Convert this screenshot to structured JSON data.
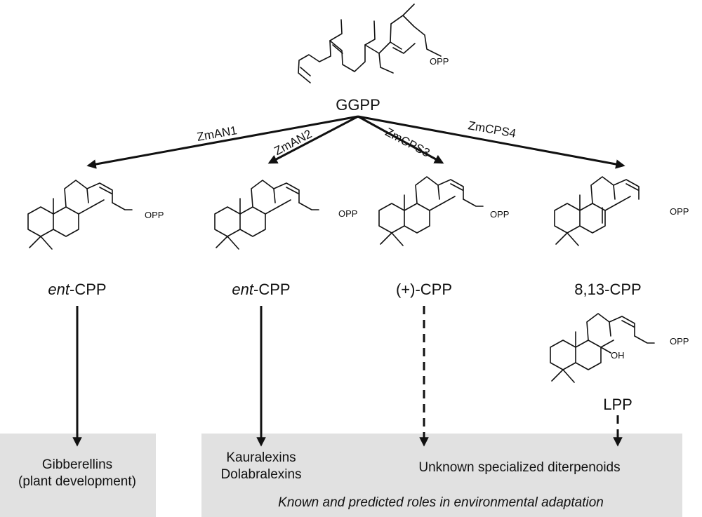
{
  "substrate": {
    "name": "GGPP",
    "group_label": "OPP"
  },
  "enzymes": [
    "ZmAN1",
    "ZmAN2",
    "ZmCPS3",
    "ZmCPS4"
  ],
  "products": [
    {
      "prefix": "ent",
      "suffix": "-CPP",
      "group_label": "OPP"
    },
    {
      "prefix": "ent",
      "suffix": "-CPP",
      "group_label": "OPP"
    },
    {
      "prefix": "",
      "suffix": "(+)-CPP",
      "group_label": "OPP"
    },
    {
      "prefix": "",
      "suffix": "8,13-CPP",
      "group_label": "OPP"
    }
  ],
  "lpp": {
    "name": "LPP",
    "hydroxyl_label": "OH",
    "group_label": "OPP"
  },
  "outcomes": {
    "left_box": [
      "Gibberellins",
      "(plant development)"
    ],
    "right_box_compounds": [
      "Kauralexins",
      "Dolabralexins"
    ],
    "right_box_unknown": "Unknown specialized diterpenoids",
    "right_box_caption": "Known and predicted roles in environmental adaptation"
  },
  "colors": {
    "box_fill": "#e1e1e1",
    "ink": "#111111"
  }
}
